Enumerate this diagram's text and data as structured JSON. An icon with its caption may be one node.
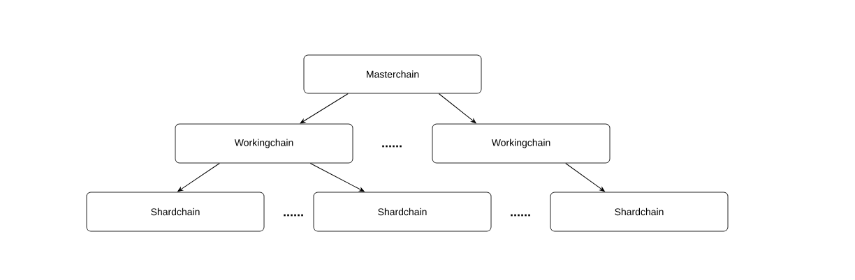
{
  "diagram": {
    "nodes": [
      {
        "text": [
          "Masterchain"
        ]
      },
      {
        "text": [
          "Workingchain"
        ]
      },
      {
        "text": [
          "Workingchain"
        ]
      },
      {
        "text": [
          "Shardchain"
        ]
      },
      {
        "text": [
          "Shardchain"
        ]
      },
      {
        "text": [
          "Shardchain"
        ]
      }
    ],
    "edges": [
      {
        "from": 0,
        "to": 1,
        "arrow": "to"
      },
      {
        "from": 0,
        "to": 2,
        "arrow": "to"
      },
      {
        "from": 1,
        "to": 3,
        "arrow": "to"
      },
      {
        "from": 1,
        "to": 4,
        "arrow": "to"
      },
      {
        "from": 2,
        "to": 5,
        "arrow": "to"
      }
    ],
    "labels": [
      "......",
      "......",
      "......"
    ]
  }
}
